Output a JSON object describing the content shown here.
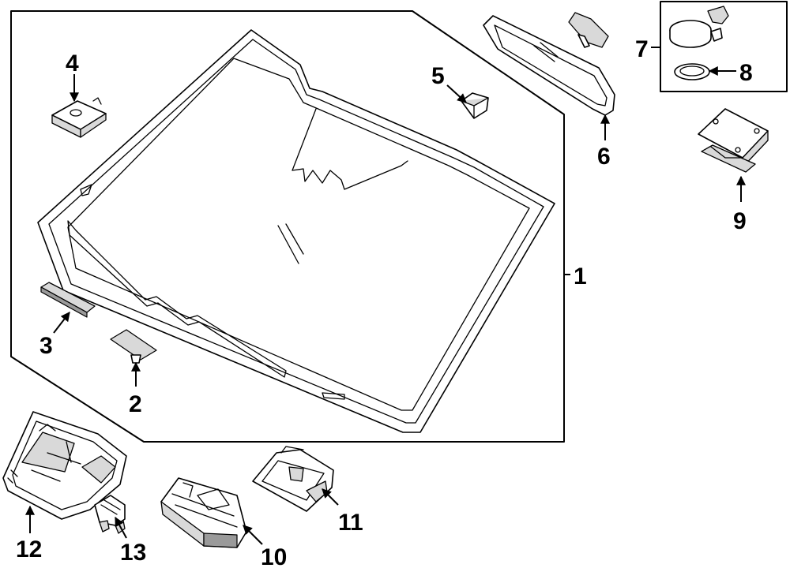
{
  "callouts": {
    "c1": "1",
    "c2": "2",
    "c3": "3",
    "c4": "4",
    "c5": "5",
    "c6": "6",
    "c7": "7",
    "c8": "8",
    "c9": "9",
    "c10": "10",
    "c11": "11",
    "c12": "12",
    "c13": "13"
  },
  "colors": {
    "line": "#000000",
    "shade": "#d9d9d9",
    "background": "#ffffff"
  }
}
